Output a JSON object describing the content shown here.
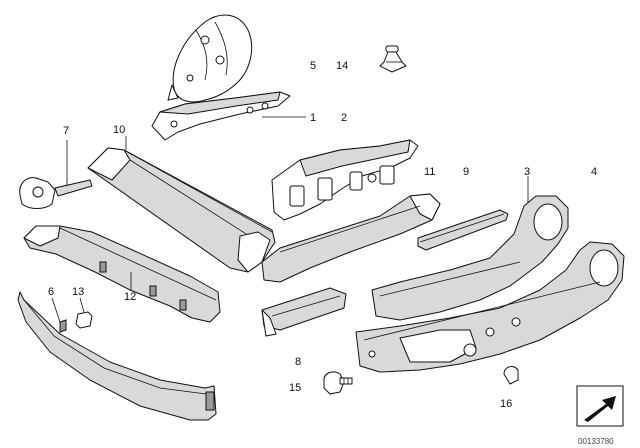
{
  "callouts": [
    {
      "id": "1",
      "text": "1"
    },
    {
      "id": "2",
      "text": "2"
    },
    {
      "id": "3",
      "text": "3"
    },
    {
      "id": "4",
      "text": "4"
    },
    {
      "id": "5",
      "text": "5"
    },
    {
      "id": "6",
      "text": "6"
    },
    {
      "id": "7",
      "text": "7"
    },
    {
      "id": "8",
      "text": "8"
    },
    {
      "id": "9",
      "text": "9"
    },
    {
      "id": "10",
      "text": "10"
    },
    {
      "id": "11",
      "text": "11"
    },
    {
      "id": "12",
      "text": "12"
    },
    {
      "id": "13",
      "text": "13"
    },
    {
      "id": "14",
      "text": "14"
    },
    {
      "id": "15",
      "text": "15"
    },
    {
      "id": "16",
      "text": "16"
    }
  ],
  "diagram_code": "00133780",
  "colors": {
    "line": "#111111",
    "fill": "#ffffff",
    "shade": "#d9d9d9"
  }
}
